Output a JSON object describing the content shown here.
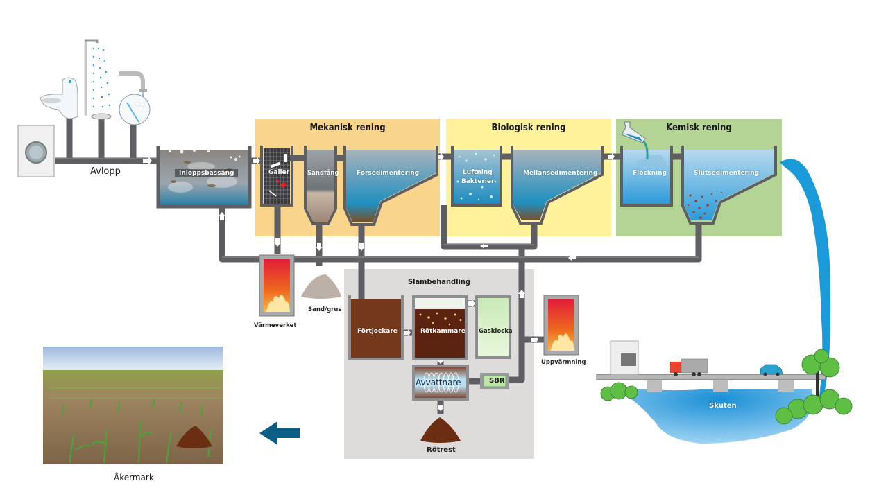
{
  "title": "Avloppsreningsprocess",
  "sources": {
    "label": "Avlopp",
    "items": [
      "washing-machine",
      "toilet",
      "shower",
      "sink"
    ]
  },
  "zones": {
    "mekanisk": {
      "title": "Mekanisk rening",
      "color": "#f9d48b"
    },
    "biologisk": {
      "title": "Biologisk rening",
      "color": "#fff29a"
    },
    "kemisk": {
      "title": "Kemisk rening",
      "color": "#b4d496"
    },
    "slam": {
      "title": "Slambehandling",
      "color": "#dedcda"
    }
  },
  "tanks": {
    "inlopp": "Inloppsbassäng",
    "galler": "Galler",
    "sandfang": "Sandfång",
    "forsed": "Försedimentering",
    "luftning": "Luftning\nBakterier",
    "luftning_line1": "Luftning",
    "luftning_line2": "Bakterier",
    "mellansed": "Mellansedimentering",
    "flockning": "Flockning",
    "slutsed": "Slutsedimentering"
  },
  "sludge": {
    "fortjockare": "Förtjockare",
    "rotkammare": "Rötkammare",
    "gasklocka": "Gasklocka",
    "avvattnare": "Avvattnare",
    "sbr": "SBR",
    "rotrest": "Rötrest"
  },
  "outputs": {
    "varmeverket": "Värmeverket",
    "sandgrus": "Sand/grus",
    "uppvarmning": "Uppvärmning",
    "skuten": "Skuten",
    "akermark": "Åkermark"
  },
  "colors": {
    "pipe": "#5f5f63",
    "pipe_edge": "#a9a9ad",
    "water": "#2f8fc0",
    "sludge": "#6b2e12",
    "flow_arrow": "#0b5f86",
    "river": "#1a9ad9"
  }
}
